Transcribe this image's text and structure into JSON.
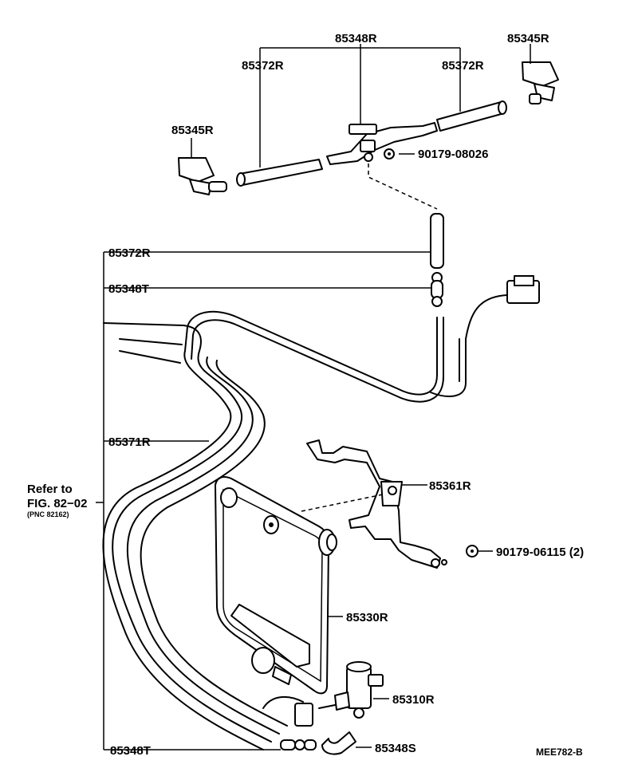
{
  "labels": {
    "hose_top_center": "85348R",
    "hose_left": "85372R",
    "hose_right": "85372R",
    "nozzle_right": "85345R",
    "nozzle_left": "85345R",
    "nut_top": "90179-08026",
    "hose_side": "85372R",
    "joint_upper": "85348T",
    "hose_main": "85371R",
    "bracket": "85361R",
    "bolt": "90179-06115 (2)",
    "tank": "85330R",
    "pump": "85310R",
    "joint_lower": "85348T",
    "elbow": "85348S"
  },
  "reference": {
    "line1": "Refer to",
    "line2": "FIG. 82−02",
    "line3": "(PNC 82162)"
  },
  "figure_code": "MEE782-B"
}
